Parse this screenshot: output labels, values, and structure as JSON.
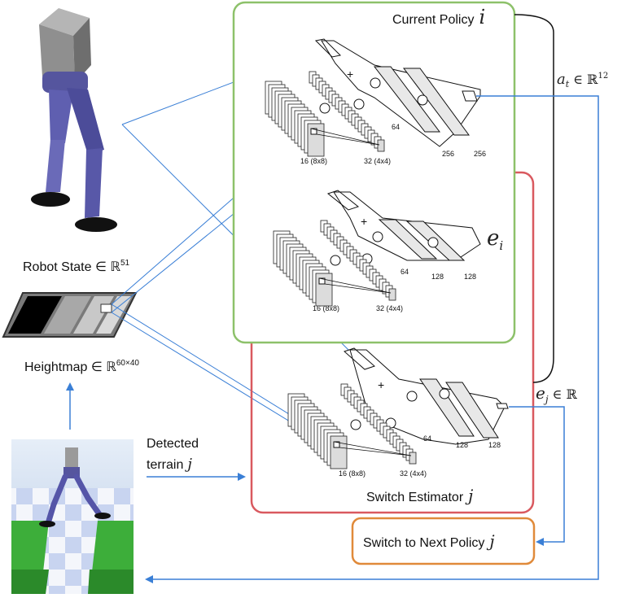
{
  "policy": {
    "title": "Current Policy",
    "title_var": "i",
    "conv1_label": "16 (8x8)",
    "conv2_label": "32 (4x4)",
    "fc0": "64",
    "fc1": "256",
    "fc2": "256"
  },
  "encoder": {
    "conv1_label": "16 (8x8)",
    "conv2_label": "32 (4x4)",
    "fc0": "64",
    "fc1": "128",
    "fc2": "128",
    "output_symbol": "e",
    "output_sub": "i"
  },
  "estimator": {
    "title": "Switch Estimator",
    "title_var": "j",
    "conv1_label": "16 (8x8)",
    "conv2_label": "32 (4x4)",
    "fc0": "64",
    "fc1": "128",
    "fc2": "128"
  },
  "labels": {
    "robot_state": "Robot State ∈ ℝ",
    "robot_state_sup": "51",
    "heightmap": "Heightmap ∈ ℝ",
    "heightmap_sup": "60×40",
    "detected_line1": "Detected",
    "detected_line2": "terrain",
    "detected_var": "j",
    "action": "a",
    "action_sub": "t",
    "action_rest": " ∈ ℝ",
    "action_sup": "12",
    "ej": "e",
    "ej_sub": "j",
    "ej_rest": " ∈ ℝ",
    "switch": "Switch to Next Policy",
    "switch_var": "j",
    "plus": "+"
  },
  "colors": {
    "policy_border": "#8dc16a",
    "estimator_border": "#d9595f",
    "switch_border": "#e08a3a",
    "arrow": "#3a7fd6",
    "robot_legs": "#5a5aa8",
    "robot_head": "#8f8f8f"
  }
}
